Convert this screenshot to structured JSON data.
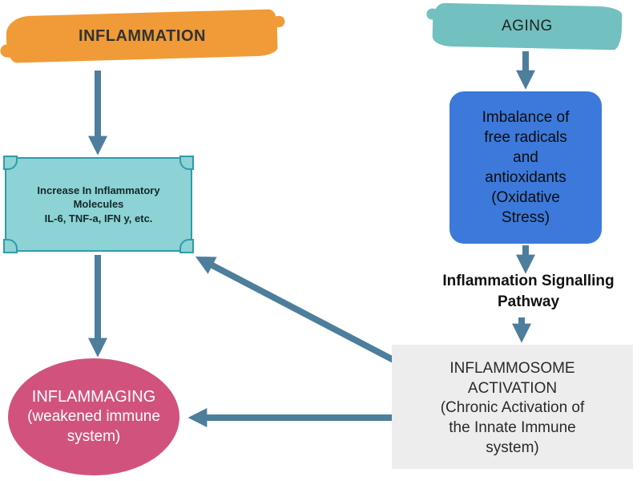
{
  "nodes": {
    "inflammation": {
      "label": "INFLAMMATION"
    },
    "aging": {
      "label": "AGING"
    },
    "molecules": {
      "text1": "Increase In Inflammatory Molecules",
      "text2": "IL-6, TNF-a, IFN y, etc."
    },
    "oxidative_stress": {
      "text": "Imbalance of free radicals and antioxidants (Oxidative Stress)"
    },
    "signalling_pathway": {
      "text": "Inflammation Signalling Pathway"
    },
    "inflammosome": {
      "title": "INFLAMMOSOME ACTIVATION",
      "subtitle": "(Chronic Activation of  the Innate Immune system)"
    },
    "inflammaging": {
      "title": "INFLAMMAGING",
      "subtitle": "(weakened immune system)"
    }
  },
  "colors": {
    "brush_orange": "#f09b37",
    "brush_teal": "#72c0bf",
    "molecules_bg": "#8dd2d4",
    "molecules_border": "#2e9cab",
    "oxidative_bg": "#3c79da",
    "inflammosome_bg": "#ededed",
    "inflammaging_bg": "#d1537d",
    "arrow": "#4d7e9c"
  }
}
